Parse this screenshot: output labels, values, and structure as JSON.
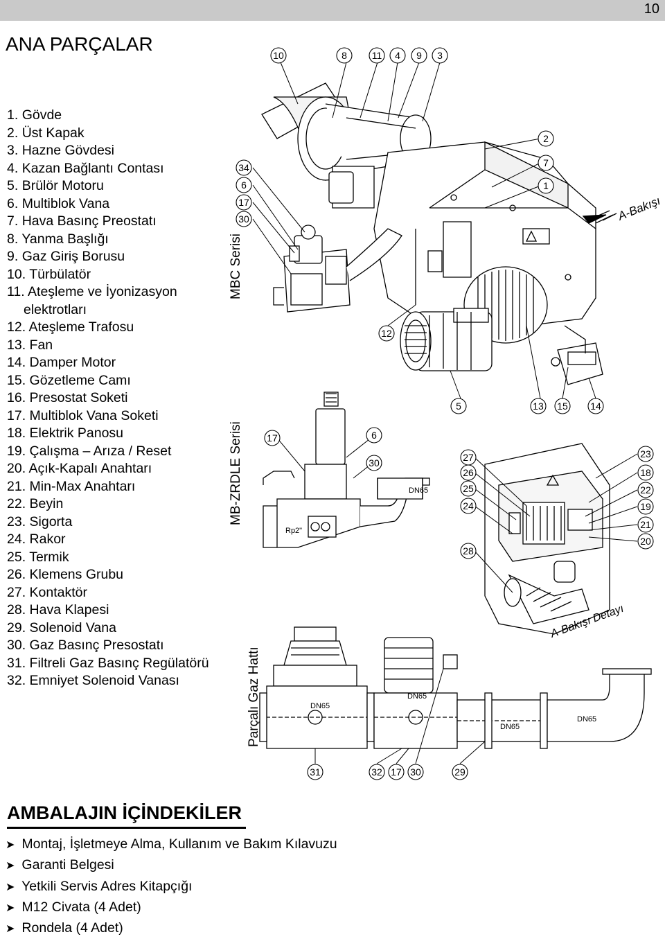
{
  "page_number": "10",
  "section_title": "ANA PARÇALAR",
  "parts": [
    {
      "num": "1.",
      "label": "Gövde"
    },
    {
      "num": "2.",
      "label": "Üst Kapak"
    },
    {
      "num": "3.",
      "label": "Hazne Gövdesi"
    },
    {
      "num": "4.",
      "label": "Kazan Bağlantı Contası"
    },
    {
      "num": "5.",
      "label": "Brülör Motoru"
    },
    {
      "num": "6.",
      "label": "Multiblok Vana"
    },
    {
      "num": "7.",
      "label": "Hava Basınç Preostatı"
    },
    {
      "num": "8.",
      "label": "Yanma Başlığı"
    },
    {
      "num": "9.",
      "label": "Gaz Giriş Borusu"
    },
    {
      "num": "10.",
      "label": "Türbülatör"
    },
    {
      "num": "11.",
      "label": "Ateşleme ve İyonizasyon"
    },
    {
      "num": "",
      "label": "elektrotları"
    },
    {
      "num": "12.",
      "label": "Ateşleme Trafosu"
    },
    {
      "num": "13.",
      "label": "Fan"
    },
    {
      "num": "14.",
      "label": "Damper Motor"
    },
    {
      "num": "15.",
      "label": "Gözetleme Camı"
    },
    {
      "num": "16.",
      "label": "Presostat Soketi"
    },
    {
      "num": "17.",
      "label": "Multiblok Vana Soketi"
    },
    {
      "num": "18.",
      "label": "Elektrik Panosu"
    },
    {
      "num": "19.",
      "label": "Çalışma – Arıza / Reset"
    },
    {
      "num": "20.",
      "label": "Açık-Kapalı Anahtarı"
    },
    {
      "num": "21.",
      "label": "Min-Max Anahtarı"
    },
    {
      "num": "22.",
      "label": "Beyin"
    },
    {
      "num": "23.",
      "label": "Sigorta"
    },
    {
      "num": "24.",
      "label": "Rakor"
    },
    {
      "num": "25.",
      "label": "Termik"
    },
    {
      "num": "26.",
      "label": "Klemens Grubu"
    },
    {
      "num": "27.",
      "label": "Kontaktör"
    },
    {
      "num": "28.",
      "label": "Hava Klapesi"
    },
    {
      "num": "29.",
      "label": "Solenoid Vana"
    },
    {
      "num": "30.",
      "label": "Gaz Basınç Presostatı"
    },
    {
      "num": "31.",
      "label": "Filtreli Gaz Basınç Regülatörü"
    },
    {
      "num": "32.",
      "label": "Emniyet Solenoid Vanası"
    }
  ],
  "diagram": {
    "series_labels": {
      "mbc": "MBC Serisi",
      "mb_zrdle": "MB-ZRDLE Serisi",
      "gas_train": "Parçalı Gaz Hattı"
    },
    "view_labels": {
      "a_view": "A-Bakışı",
      "a_view_detail": "A-Bakışı Detayı"
    },
    "pipe_labels": {
      "rp2": "Rp2\"",
      "dn65": "DN65"
    },
    "callouts": {
      "top_row": [
        "10",
        "8",
        "11",
        "4",
        "9",
        "3"
      ],
      "right_top": [
        "2",
        "7",
        "1"
      ],
      "mbc_left": [
        "34",
        "6",
        "17",
        "30"
      ],
      "c12": "12",
      "motor_row": [
        "5",
        "13",
        "15",
        "14"
      ],
      "zrdle_left": "17",
      "zrdle_right": [
        "6",
        "30"
      ],
      "panel_left": [
        "27",
        "26",
        "25",
        "24",
        "28"
      ],
      "panel_right": [
        "23",
        "18",
        "22",
        "19",
        "21",
        "20"
      ],
      "bottom_row": [
        "31",
        "32",
        "17",
        "30",
        "29"
      ]
    }
  },
  "package": {
    "title": "AMBALAJIN İÇİNDEKİLER",
    "items": [
      "Montaj, İşletmeye Alma, Kullanım ve Bakım Kılavuzu",
      "Garanti Belgesi",
      "Yetkili Servis Adres Kitapçığı",
      "M12 Civata (4 Adet)",
      "Rondela (4 Adet)"
    ]
  }
}
